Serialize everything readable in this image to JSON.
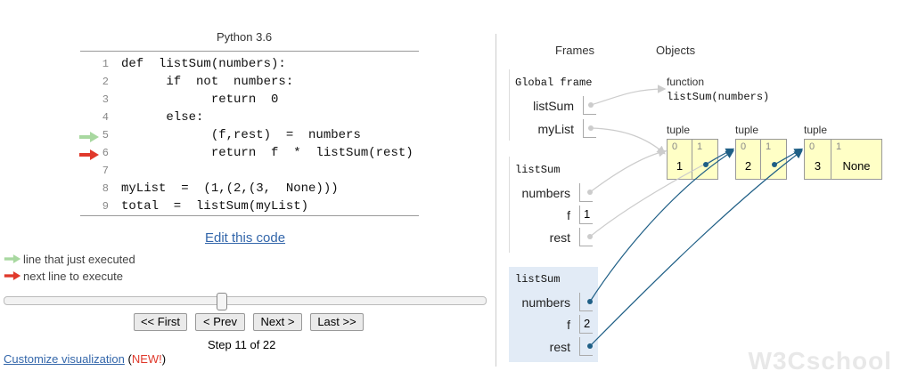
{
  "header": {
    "language": "Python 3.6"
  },
  "code": [
    {
      "n": "1",
      "text": "def  listSum(numbers):"
    },
    {
      "n": "2",
      "text": "      if  not  numbers:"
    },
    {
      "n": "3",
      "text": "            return  0"
    },
    {
      "n": "4",
      "text": "      else:"
    },
    {
      "n": "5",
      "text": "            (f,rest)  =  numbers"
    },
    {
      "n": "6",
      "text": "            return  f  *  listSum(rest)"
    },
    {
      "n": "7",
      "text": ""
    },
    {
      "n": "8",
      "text": "myList  =  (1,(2,(3,  None)))"
    },
    {
      "n": "9",
      "text": "total  =  listSum(myList)"
    }
  ],
  "controls": {
    "edit_link": "Edit this code",
    "legend_executed": "line that just executed",
    "legend_next": "next line to execute",
    "first": "<< First",
    "prev": "< Prev",
    "next": "Next >",
    "last": "Last >>",
    "step": "Step 11 of 22",
    "customize": "Customize visualization",
    "new_open": "(",
    "new_label": "NEW!",
    "new_close": ")"
  },
  "viz": {
    "frames_header": "Frames",
    "objects_header": "Objects",
    "global_frame": {
      "title": "Global frame",
      "vars": [
        {
          "name": "listSum"
        },
        {
          "name": "myList"
        }
      ]
    },
    "frame1": {
      "title": "listSum",
      "vars": [
        {
          "name": "numbers",
          "value": ""
        },
        {
          "name": "f",
          "value": "1"
        },
        {
          "name": "rest",
          "value": ""
        }
      ]
    },
    "frame2": {
      "title": "listSum",
      "vars": [
        {
          "name": "numbers",
          "value": ""
        },
        {
          "name": "f",
          "value": "2"
        },
        {
          "name": "rest",
          "value": ""
        }
      ]
    },
    "function_obj": {
      "label": "function",
      "signature": "listSum(numbers)"
    },
    "tuples": [
      {
        "label": "tuple",
        "cells": [
          {
            "idx": "0",
            "val": "1"
          },
          {
            "idx": "1",
            "val": ""
          }
        ]
      },
      {
        "label": "tuple",
        "cells": [
          {
            "idx": "0",
            "val": "2"
          },
          {
            "idx": "1",
            "val": ""
          }
        ]
      },
      {
        "label": "tuple",
        "cells": [
          {
            "idx": "0",
            "val": "3"
          },
          {
            "idx": "1",
            "val": "None"
          }
        ]
      }
    ]
  },
  "colors": {
    "executed_arrow": "#a8d8a0",
    "next_arrow": "#e0392b",
    "active_frame_bg": "#e2ebf6",
    "tuple_bg": "#ffffc6",
    "pointer_active": "#1f5f86",
    "pointer_inactive": "#cccccc"
  },
  "watermark": "W3Cschool"
}
